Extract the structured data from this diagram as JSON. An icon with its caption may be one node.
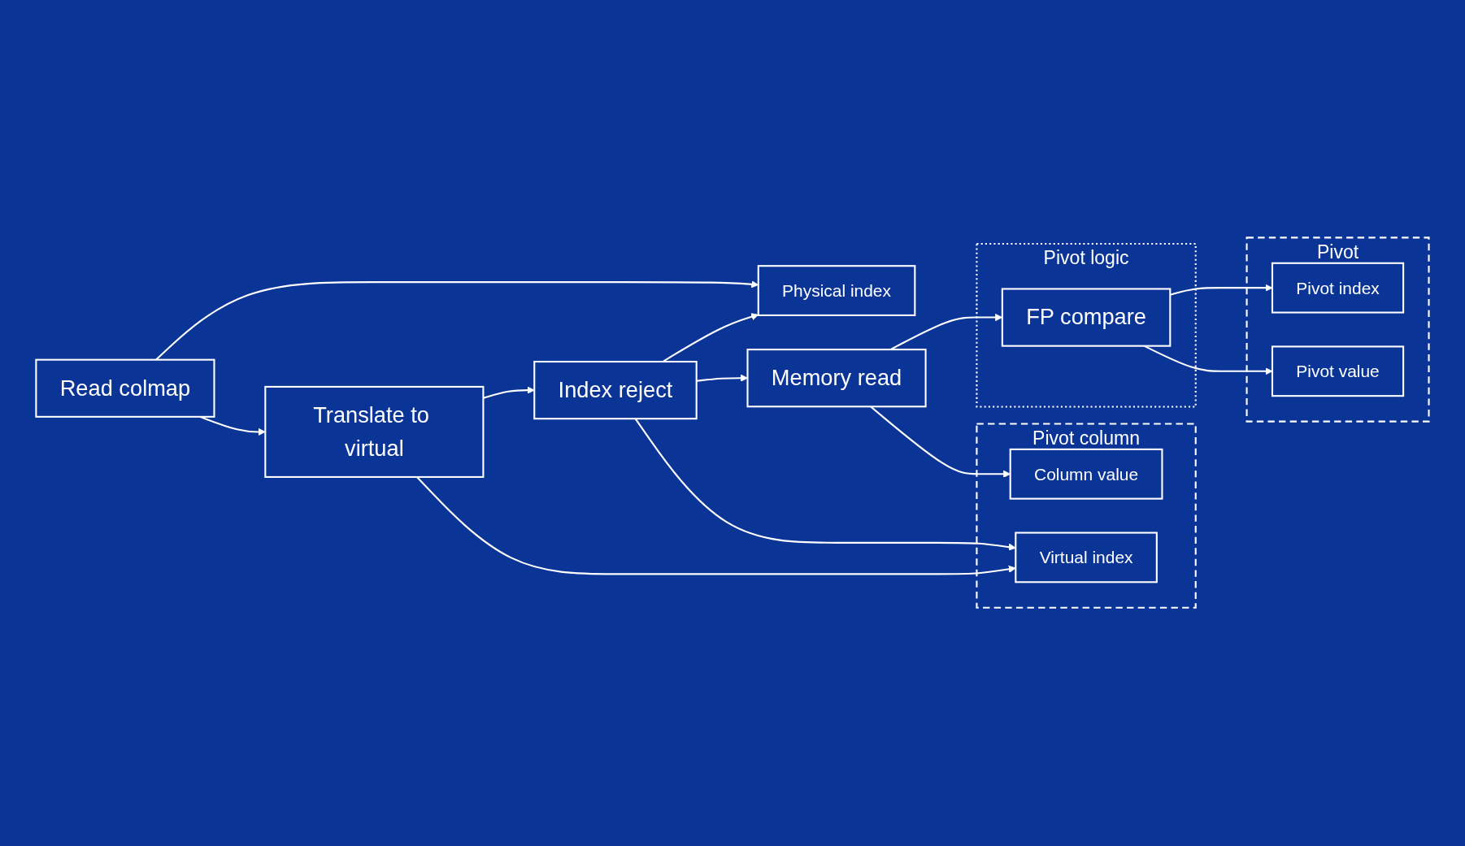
{
  "diagram": {
    "nodes": [
      {
        "text": [
          "Physical index"
        ]
      },
      {
        "text": [
          "Read colmap"
        ]
      },
      {
        "text": [
          "Translate to virtual"
        ]
      },
      {
        "text": [
          "Index reject"
        ]
      },
      {
        "text": [
          "Memory read"
        ]
      },
      {
        "text": [
          "Pivot logic"
        ]
      },
      {
        "text": [
          "FP compare"
        ],
        "in": 5
      },
      {
        "text": [
          "Pivot column"
        ]
      },
      {
        "text": [
          "Virtual index"
        ],
        "in": 7
      },
      {
        "text": [
          "Column value"
        ],
        "in": 7
      },
      {
        "text": [
          "Pivot"
        ]
      },
      {
        "text": [
          "Pivot index"
        ],
        "in": 10
      },
      {
        "text": [
          "Pivot value"
        ],
        "in": 10
      }
    ],
    "edges": [
      {
        "from": 1,
        "to": 0,
        "arrow": "to"
      },
      {
        "from": 1,
        "to": 2,
        "arrow": "to"
      },
      {
        "from": 2,
        "to": 3,
        "arrow": "to"
      },
      {
        "from": 3,
        "to": 0,
        "arrow": "to"
      },
      {
        "from": 3,
        "to": 4,
        "arrow": "to"
      },
      {
        "from": 4,
        "to": 6,
        "arrow": "to"
      },
      {
        "from": 3,
        "to": 8,
        "arrow": "to"
      },
      {
        "from": 2,
        "to": 8,
        "arrow": "to"
      },
      {
        "from": 4,
        "to": 9,
        "arrow": "to"
      },
      {
        "from": 6,
        "to": 11,
        "arrow": "to"
      },
      {
        "from": 6,
        "to": 12,
        "arrow": "to"
      }
    ]
  }
}
